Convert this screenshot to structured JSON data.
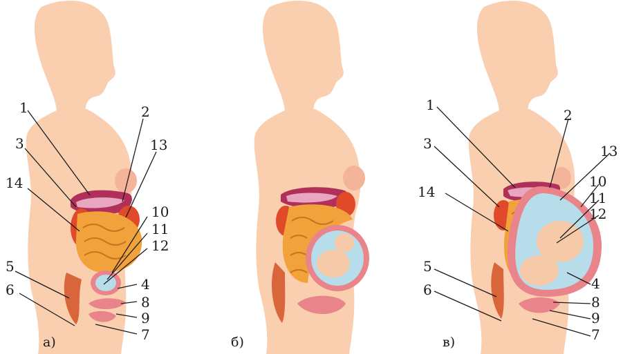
{
  "panels": [
    {
      "caption": "а)",
      "labels": [
        "1",
        "2",
        "3",
        "13",
        "14",
        "10",
        "11",
        "12",
        "5",
        "4",
        "6",
        "8",
        "9",
        "7"
      ]
    },
    {
      "caption": "б)",
      "labels": []
    },
    {
      "caption": "в)",
      "labels": [
        "1",
        "2",
        "3",
        "13",
        "10",
        "14",
        "11",
        "12",
        "5",
        "4",
        "6",
        "8",
        "9",
        "7"
      ]
    }
  ],
  "colors": {
    "silhouette": "#f9cfb0",
    "breast": "#f4b49a",
    "stomach": "#b0305a",
    "liver": "#e04a2a",
    "intestine": "#f2a23a",
    "colon": "#d9653a",
    "uterus": "#e8848a",
    "amniotic": "#b7dcea",
    "fetus": "#f6c9a8"
  }
}
